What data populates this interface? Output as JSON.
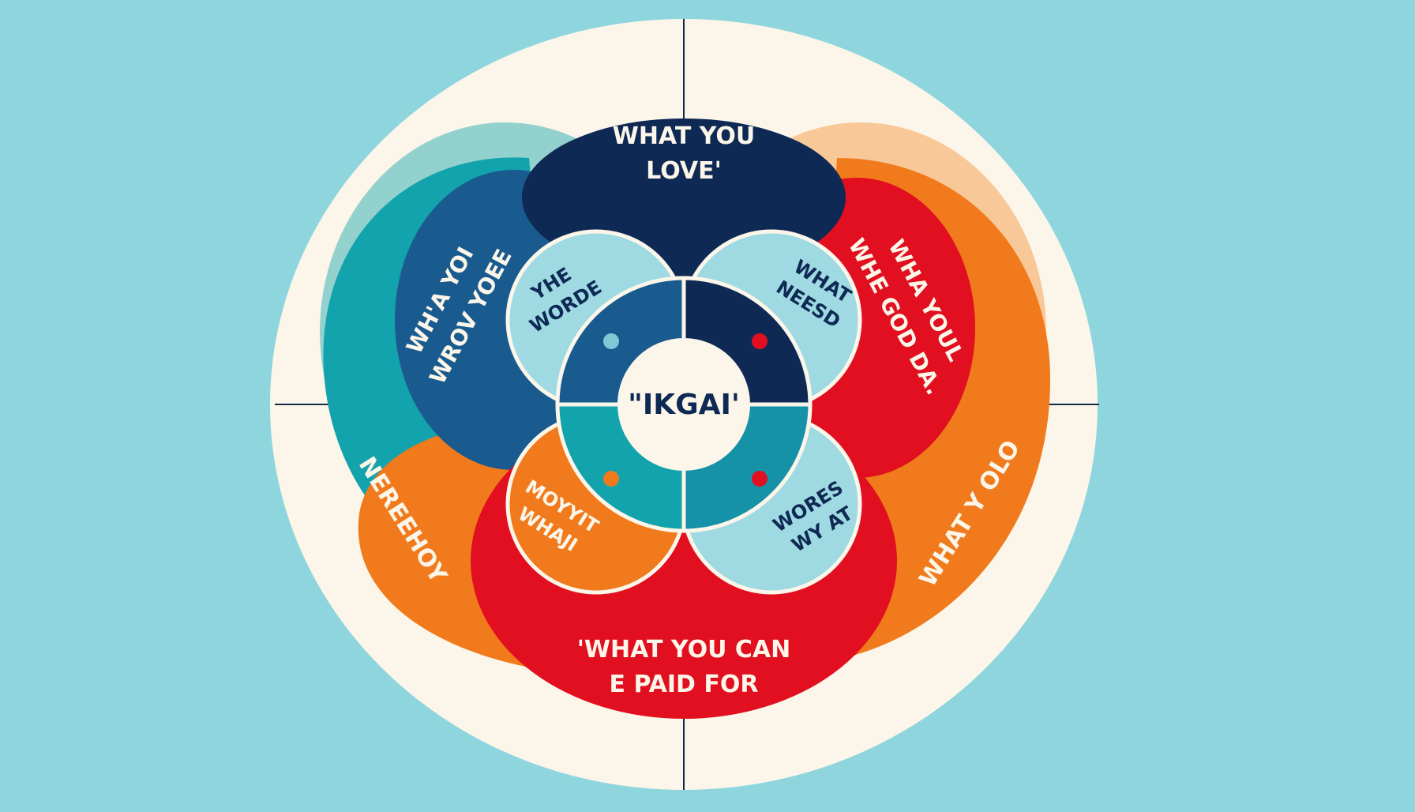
{
  "diagram": {
    "type": "ikigai-venn",
    "colors": {
      "background": "#8fd5de",
      "ring": "#fbf6e9",
      "navy": "#0e2a54",
      "blue": "#1a5b8f",
      "teal": "#12a3ad",
      "red": "#e10f1f",
      "orange": "#f07a1c",
      "peach": "#f7c08a",
      "light_teal": "#9fd9e2",
      "center_fill": "#fbf6e9"
    },
    "labels": {
      "top_line1": "WHAT YOU",
      "top_line2": "LOVE'",
      "left_line1": "WH'A YOI",
      "left_line2": "WROV YOEE",
      "right_line1": "WHA YOUL",
      "right_line2": "WHE GOD DA.",
      "bottom_line1": "'WHAT YOU CAN",
      "bottom_line2": "E PAID FOR",
      "lower_left": "NEREEHOY",
      "lower_right": "WHAT Y OLO",
      "inner_tl_line1": "YHE",
      "inner_tl_line2": "WORDE",
      "inner_tr_line1": "WHAT",
      "inner_tr_line2": "NEESD",
      "inner_bl_line1": "MOYYIT",
      "inner_bl_line2": "WHAJI",
      "inner_br_line1": "WORES",
      "inner_br_line2": "WY AT",
      "center": "\"IKGAI'"
    }
  }
}
